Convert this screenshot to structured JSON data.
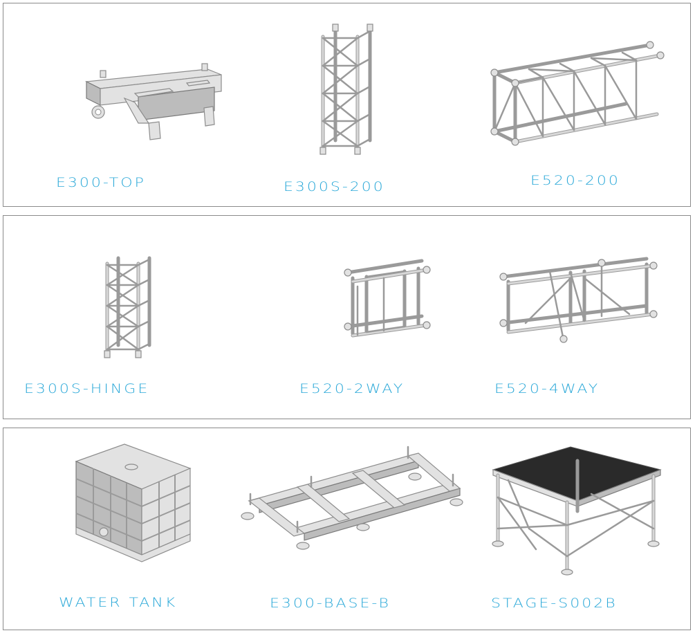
{
  "panels": [
    {
      "items": [
        {
          "label": "E300-TOP",
          "icon": "e300-top-truss-icon"
        },
        {
          "label": "E300S-200",
          "icon": "e300s-200-truss-icon"
        },
        {
          "label": "E520-200",
          "icon": "e520-200-truss-icon"
        }
      ]
    },
    {
      "items": [
        {
          "label": "E300S-HINGE",
          "icon": "e300s-hinge-truss-icon"
        },
        {
          "label": "E520-2WAY",
          "icon": "e520-2way-truss-icon"
        },
        {
          "label": "E520-4WAY",
          "icon": "e520-4way-truss-icon"
        }
      ]
    },
    {
      "items": [
        {
          "label": "WATER TANK",
          "icon": "water-tank-icon"
        },
        {
          "label": "E300-BASE-B",
          "icon": "e300-base-b-icon"
        },
        {
          "label": "STAGE-S002B",
          "icon": "stage-s002b-icon"
        }
      ]
    }
  ],
  "colors": {
    "label": "#2aa8d8",
    "border": "#8a8a8a",
    "metal": "#e2e2e2",
    "stage_deck": "#2a2a2a"
  }
}
